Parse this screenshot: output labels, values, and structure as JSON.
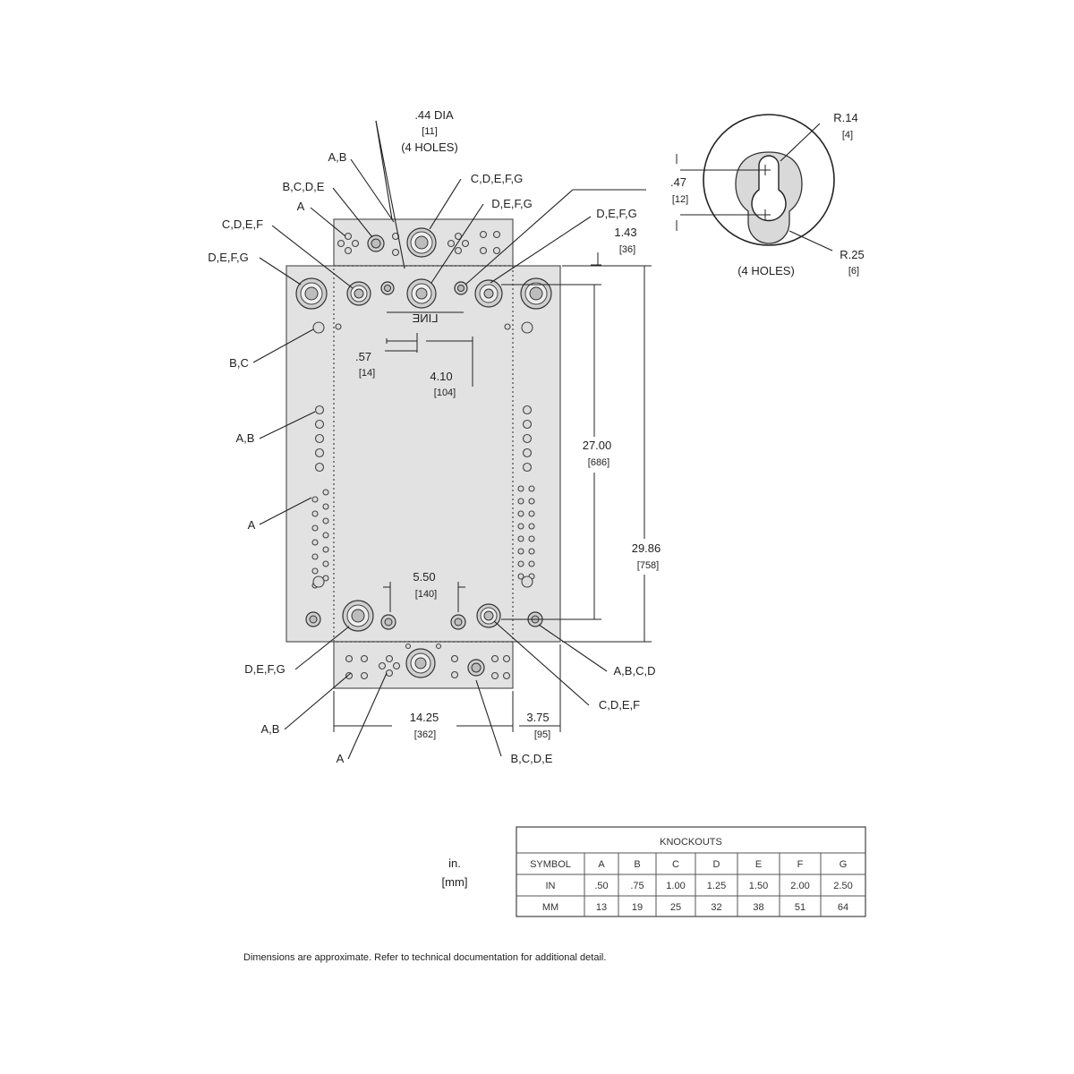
{
  "callouts": {
    "dia_value": ".44 DIA",
    "dia_mm": "[11]",
    "dia_holes": "(4 HOLES)",
    "top_ab": "A,B",
    "top_bcde": "B,C,D,E",
    "top_a": "A",
    "top_cdef": "C,D,E,F",
    "top_defg_left": "D,E,F,G",
    "top_cdefg": "C,D,E,F,G",
    "top_defg_mid": "D,E,F,G",
    "top_defg_right": "D,E,F,G",
    "side_bc": "B,C",
    "side_ab": "A,B",
    "side_a": "A",
    "bottom_defg": "D,E,F,G",
    "bottom_ab": "A,B",
    "bottom_a": "A",
    "bottom_bcde": "B,C,D,E",
    "bottom_abcd": "A,B,C,D",
    "bottom_cdef": "C,D,E,F",
    "line_label": "LINE"
  },
  "dimensions": {
    "d143_in": "1.43",
    "d143_mm": "[36]",
    "d057_in": ".57",
    "d057_mm": "[14]",
    "d410_in": "4.10",
    "d410_mm": "[104]",
    "d2700_in": "27.00",
    "d2700_mm": "[686]",
    "d2986_in": "29.86",
    "d2986_mm": "[758]",
    "d550_in": "5.50",
    "d550_mm": "[140]",
    "d1425_in": "14.25",
    "d1425_mm": "[362]",
    "d375_in": "3.75",
    "d375_mm": "[95]"
  },
  "keyhole": {
    "r14_in": "R.14",
    "r14_mm": "[4]",
    "d047_in": ".47",
    "d047_mm": "[12]",
    "r25_in": "R.25",
    "r25_mm": "[6]",
    "holes": "(4 HOLES)"
  },
  "units": {
    "in": "in.",
    "mm": "[mm]"
  },
  "knockouts_table": {
    "title": "KNOCKOUTS",
    "header": [
      "SYMBOL",
      "A",
      "B",
      "C",
      "D",
      "E",
      "F",
      "G"
    ],
    "rows": [
      [
        "IN",
        ".50",
        ".75",
        "1.00",
        "1.25",
        "1.50",
        "2.00",
        "2.50"
      ],
      [
        "MM",
        "13",
        "19",
        "25",
        "32",
        "38",
        "51",
        "64"
      ]
    ]
  },
  "footnote": "Dimensions are approximate. Refer to technical documentation for additional detail.",
  "colors": {
    "plate": "#e2e2e2",
    "line": "#222222"
  }
}
